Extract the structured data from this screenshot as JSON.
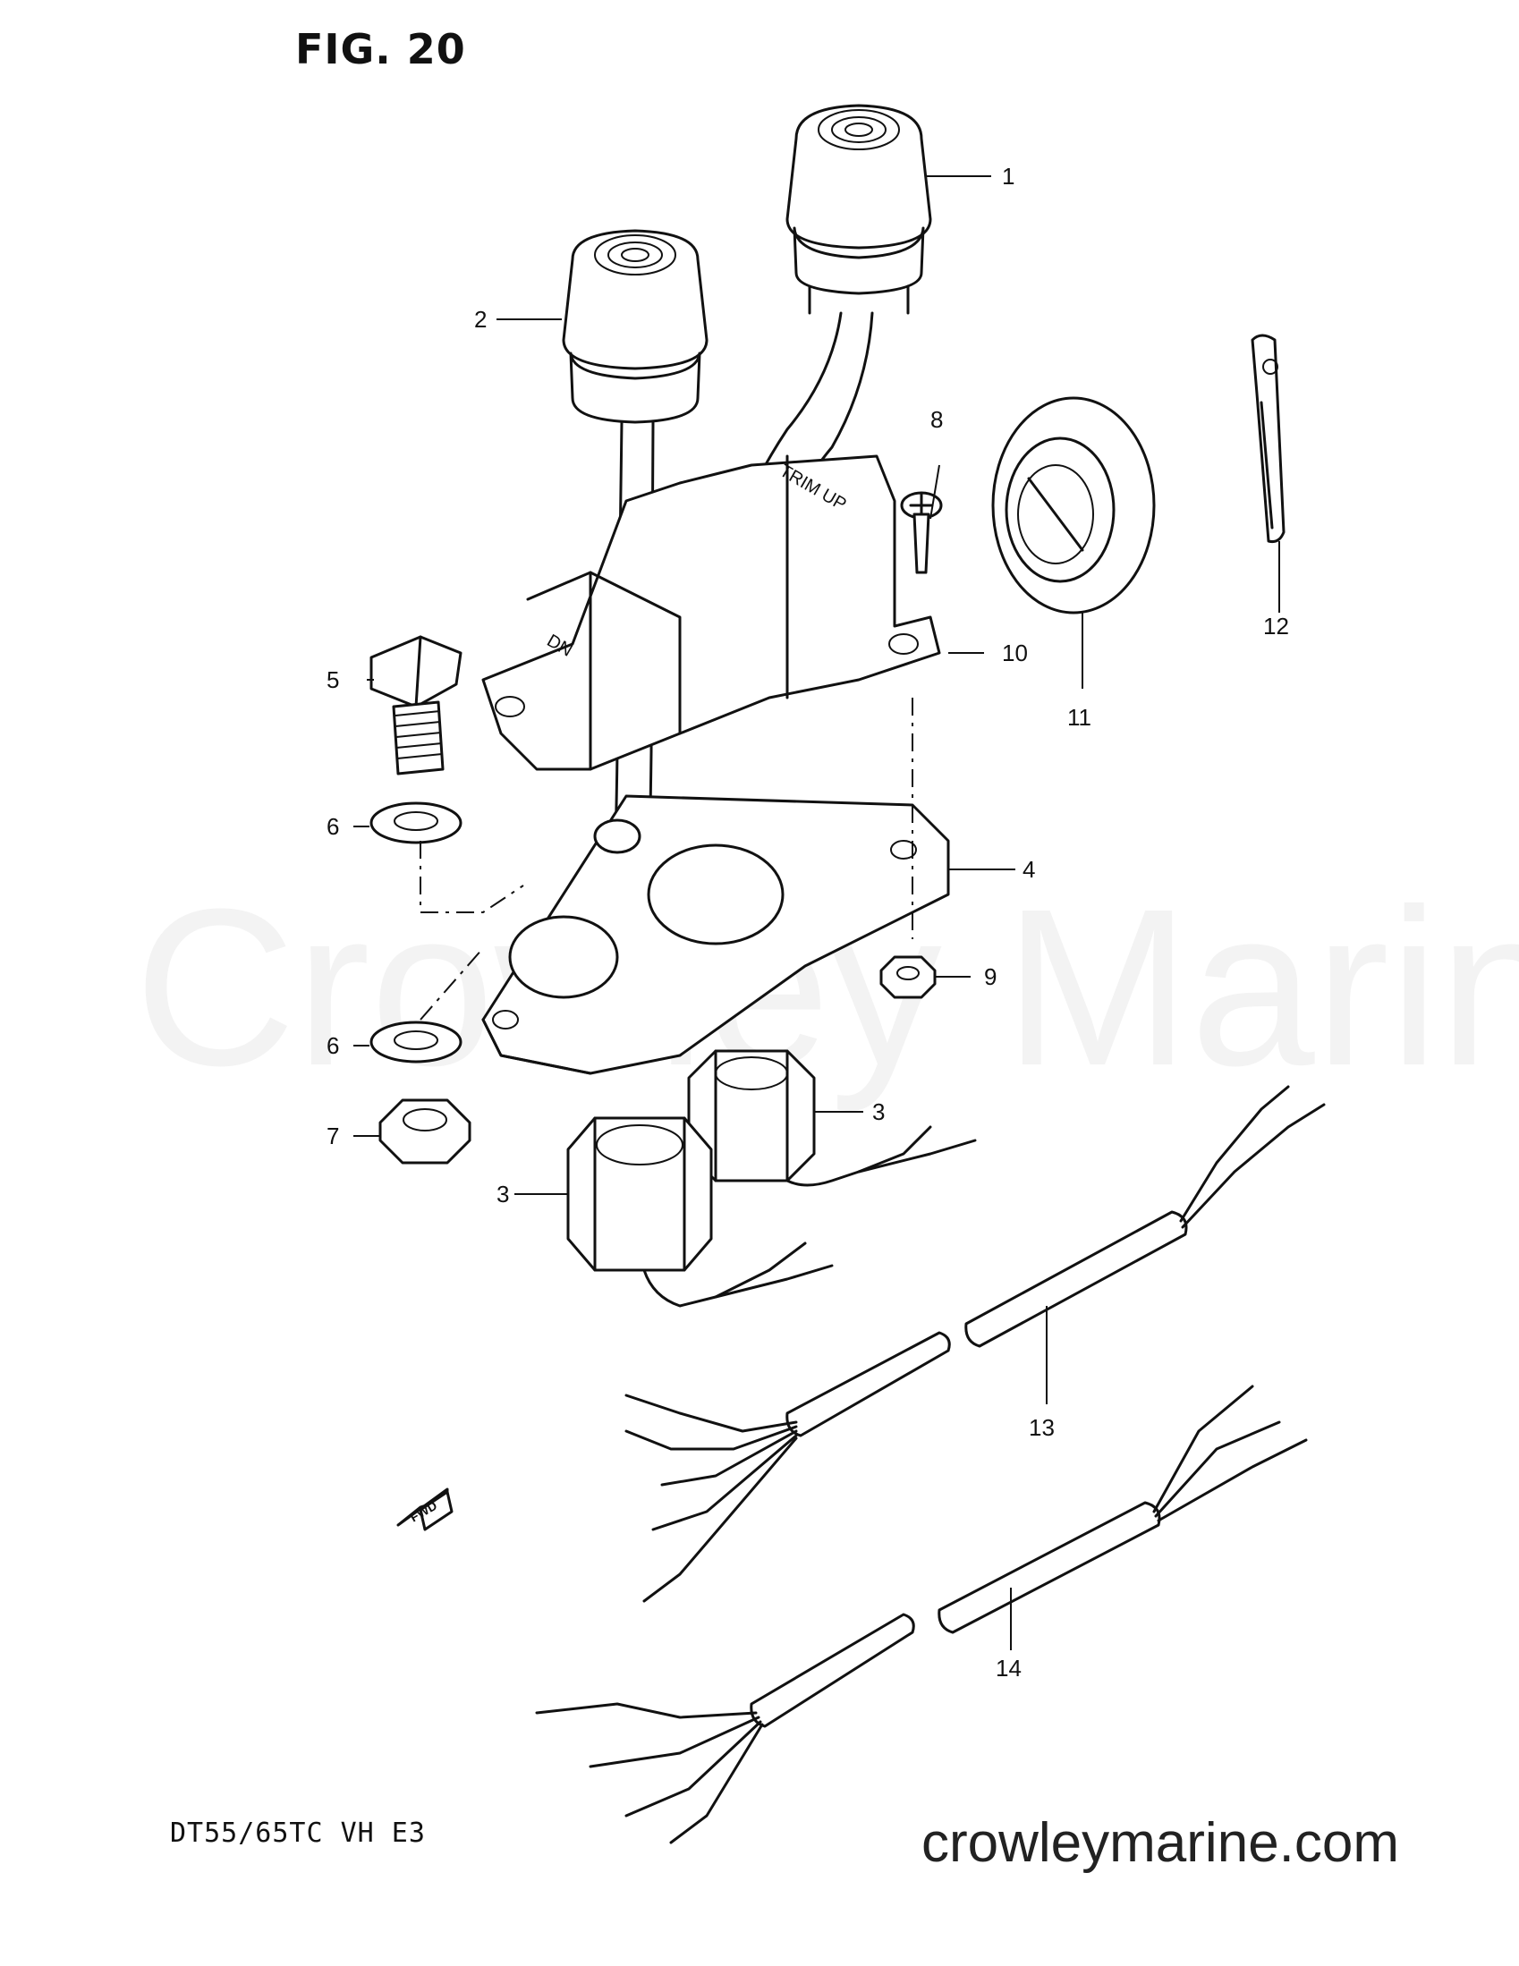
{
  "figure": {
    "title": "FIG. 20",
    "model": "DT55/65TC VH E3",
    "website": "crowleymarine.com",
    "watermark": "Crowley Marine",
    "fwd_label": "FWD",
    "switch_labels": {
      "up": "TRIM UP",
      "down": "DN"
    }
  },
  "callouts": [
    "1",
    "2",
    "3",
    "3",
    "4",
    "5",
    "6",
    "6",
    "7",
    "8",
    "9",
    "10",
    "11",
    "12",
    "13",
    "14"
  ]
}
